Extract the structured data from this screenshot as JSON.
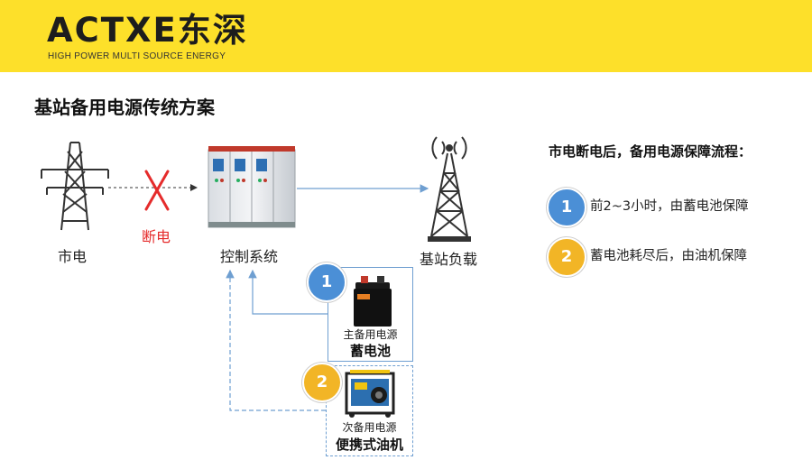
{
  "header": {
    "logo_text": "ACTXE东深",
    "tagline": "HIGH POWER MULTI SOURCE ENERGY",
    "background_color": "#fde02a"
  },
  "title": "基站备用电源传统方案",
  "diagram": {
    "utility_label": "市电",
    "outage_label": "断电",
    "control_label": "控制系统",
    "load_label": "基站负载",
    "battery_box": {
      "badge": "1",
      "subtitle": "主备用电源",
      "title": "蓄电池"
    },
    "generator_box": {
      "badge": "2",
      "subtitle": "次备用电源",
      "title": "便携式油机"
    }
  },
  "flow": {
    "heading": "市电断电后，备用电源保障流程：",
    "steps": [
      {
        "badge": "1",
        "text": "前2~3小时，由蓄电池保障",
        "color": "#4b8fd6"
      },
      {
        "badge": "2",
        "text": "蓄电池耗尽后，由油机保障",
        "color": "#f2b526"
      }
    ]
  },
  "colors": {
    "accent_blue": "#4b8fd6",
    "accent_yellow": "#f2b526",
    "alert_red": "#e52b2b",
    "connector_blue": "#6f9fd1"
  },
  "icons": [
    "power-tower-icon",
    "cross-icon",
    "control-cabinet-icon",
    "signal-tower-icon",
    "battery-icon",
    "generator-icon"
  ]
}
